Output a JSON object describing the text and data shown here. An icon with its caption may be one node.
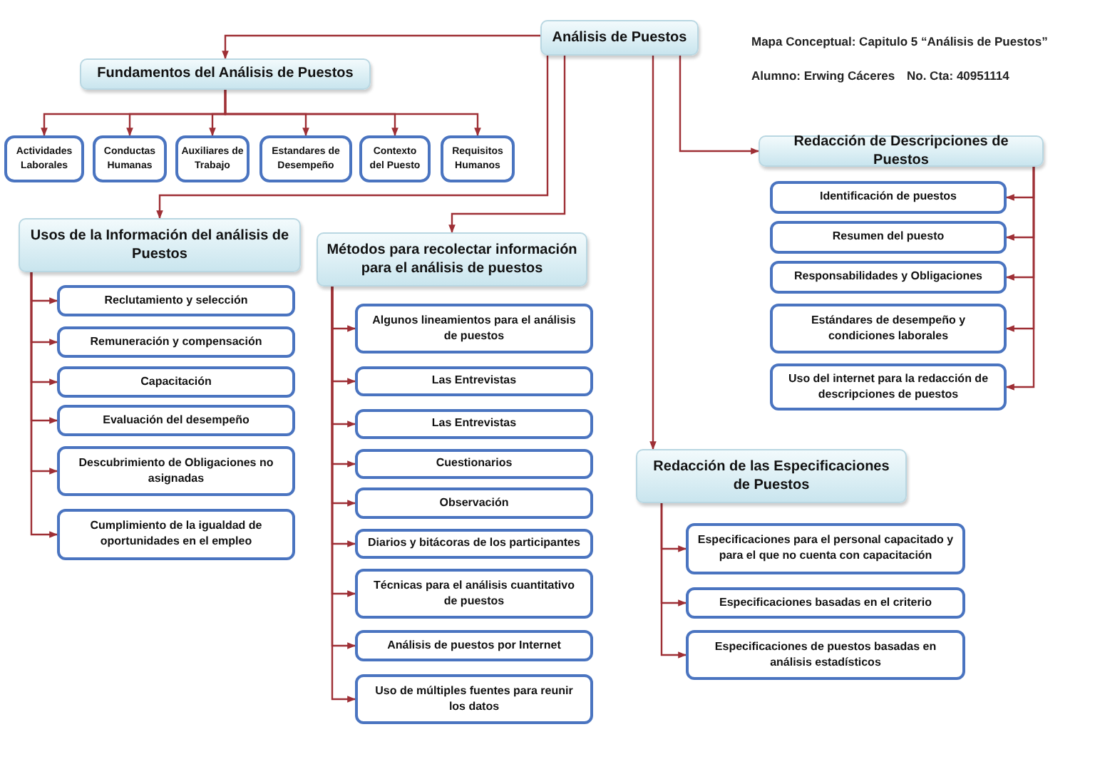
{
  "diagram": {
    "nodes": [
      {
        "text": [
          "Análisis de Puestos"
        ]
      },
      {
        "text": [
          "Fundamentos del Análisis de Puestos"
        ]
      },
      {
        "text": [
          "Actividades Laborales"
        ]
      },
      {
        "text": [
          "Conductas Humanas"
        ]
      },
      {
        "text": [
          "Auxiliares de Trabajo"
        ]
      },
      {
        "text": [
          "Estandares de Desempeño"
        ]
      },
      {
        "text": [
          "Contexto del Puesto"
        ]
      },
      {
        "text": [
          "Requisitos Humanos"
        ]
      },
      {
        "text": [
          "Redacción de Descripciones de Puestos"
        ]
      },
      {
        "text": [
          "Identificación de puestos"
        ]
      },
      {
        "text": [
          "Resumen del puesto"
        ]
      },
      {
        "text": [
          "Responsabilidades y Obligaciones"
        ]
      },
      {
        "text": [
          "Estándares de desempeño y condiciones laborales"
        ]
      },
      {
        "text": [
          "Uso del internet para la redacción de descripciones de puestos"
        ]
      },
      {
        "text": [
          "Usos de la Información del análisis de Puestos"
        ]
      },
      {
        "text": [
          "Reclutamiento y selección"
        ]
      },
      {
        "text": [
          "Remuneración y compensación"
        ]
      },
      {
        "text": [
          "Capacitación"
        ]
      },
      {
        "text": [
          "Evaluación del desempeño"
        ]
      },
      {
        "text": [
          "Descubrimiento de Obligaciones no asignadas"
        ]
      },
      {
        "text": [
          "Cumplimiento de la igualdad de oportunidades en el empleo"
        ]
      },
      {
        "text": [
          "Métodos para recolectar información para el análisis de puestos"
        ]
      },
      {
        "text": [
          "Algunos lineamientos para el análisis de puestos"
        ]
      },
      {
        "text": [
          "Las Entrevistas"
        ]
      },
      {
        "text": [
          "Las Entrevistas"
        ]
      },
      {
        "text": [
          "Cuestionarios"
        ]
      },
      {
        "text": [
          "Observación"
        ]
      },
      {
        "text": [
          "Diarios y bitácoras de los participantes"
        ]
      },
      {
        "text": [
          "Técnicas para el análisis cuantitativo de puestos"
        ]
      },
      {
        "text": [
          "Análisis de puestos por Internet"
        ]
      },
      {
        "text": [
          "Uso de múltiples fuentes para reunir los datos"
        ]
      },
      {
        "text": [
          "Redacción de las Especificaciones de Puestos"
        ]
      },
      {
        "text": [
          "Especificaciones para el personal capacitado y para el que no cuenta con capacitación"
        ]
      },
      {
        "text": [
          "Especificaciones basadas en el criterio"
        ]
      },
      {
        "text": [
          "Especificaciones de puestos basadas en análisis estadísticos"
        ]
      }
    ],
    "edges": [
      {
        "from": 0,
        "to": 1,
        "arrow": "to"
      },
      {
        "from": 0,
        "to": 14,
        "arrow": "to"
      },
      {
        "from": 0,
        "to": 21,
        "arrow": "to"
      },
      {
        "from": 0,
        "to": 31,
        "arrow": "to"
      },
      {
        "from": 0,
        "to": 8,
        "arrow": "to"
      },
      {
        "from": 1,
        "to": 2,
        "arrow": "to"
      },
      {
        "from": 1,
        "to": 3,
        "arrow": "to"
      },
      {
        "from": 1,
        "to": 4,
        "arrow": "to"
      },
      {
        "from": 1,
        "to": 5,
        "arrow": "to"
      },
      {
        "from": 1,
        "to": 6,
        "arrow": "to"
      },
      {
        "from": 1,
        "to": 7,
        "arrow": "to"
      },
      {
        "from": 8,
        "to": 9,
        "arrow": "to"
      },
      {
        "from": 8,
        "to": 10,
        "arrow": "to"
      },
      {
        "from": 8,
        "to": 11,
        "arrow": "to"
      },
      {
        "from": 8,
        "to": 12,
        "arrow": "to"
      },
      {
        "from": 8,
        "to": 13,
        "arrow": "to"
      },
      {
        "from": 14,
        "to": 15,
        "arrow": "to"
      },
      {
        "from": 14,
        "to": 16,
        "arrow": "to"
      },
      {
        "from": 14,
        "to": 17,
        "arrow": "to"
      },
      {
        "from": 14,
        "to": 18,
        "arrow": "to"
      },
      {
        "from": 14,
        "to": 19,
        "arrow": "to"
      },
      {
        "from": 14,
        "to": 20,
        "arrow": "to"
      },
      {
        "from": 21,
        "to": 22,
        "arrow": "to"
      },
      {
        "from": 21,
        "to": 23,
        "arrow": "to"
      },
      {
        "from": 21,
        "to": 24,
        "arrow": "to"
      },
      {
        "from": 21,
        "to": 25,
        "arrow": "to"
      },
      {
        "from": 21,
        "to": 26,
        "arrow": "to"
      },
      {
        "from": 21,
        "to": 27,
        "arrow": "to"
      },
      {
        "from": 21,
        "to": 28,
        "arrow": "to"
      },
      {
        "from": 21,
        "to": 29,
        "arrow": "to"
      },
      {
        "from": 21,
        "to": 30,
        "arrow": "to"
      },
      {
        "from": 31,
        "to": 32,
        "arrow": "to"
      },
      {
        "from": 31,
        "to": 33,
        "arrow": "to"
      },
      {
        "from": 31,
        "to": 34,
        "arrow": "to"
      }
    ],
    "labels": [
      "Mapa Conceptual: Capitulo 5 “Análisis de Puestos”",
      "Alumno: Erwing Cáceres",
      "No. Cta: 40951114"
    ]
  }
}
